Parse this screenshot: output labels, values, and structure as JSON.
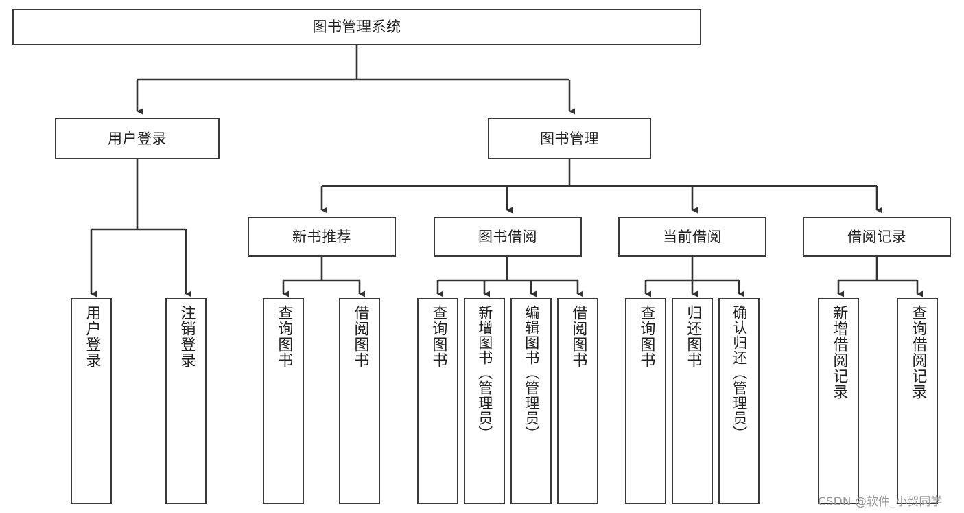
{
  "diagram": {
    "title": "图书管理系统",
    "type": "function-structure-tree",
    "colors": {
      "box_border": "#3a3a3a",
      "box_fill": "#ffffff",
      "edge": "#333333",
      "text": "#1f1f1f",
      "watermark": "#9a9a9a",
      "background": "#ffffff"
    },
    "root": {
      "label": "图书管理系统"
    },
    "level2": [
      {
        "label": "用户登录"
      },
      {
        "label": "图书管理"
      }
    ],
    "level3": [
      {
        "label": "新书推荐"
      },
      {
        "label": "图书借阅"
      },
      {
        "label": "当前借阅"
      },
      {
        "label": "借阅记录"
      }
    ],
    "leaves": {
      "user_login": [
        {
          "label": "用户登录"
        },
        {
          "label": "注销登录"
        }
      ],
      "new_book_recommend": [
        {
          "label": "查询图书"
        },
        {
          "label": "借阅图书"
        }
      ],
      "book_borrow": [
        {
          "label": "查询图书"
        },
        {
          "label": "新增图书（管理员）"
        },
        {
          "label": "编辑图书（管理员）"
        },
        {
          "label": "借阅图书"
        }
      ],
      "current_borrow": [
        {
          "label": "查询图书"
        },
        {
          "label": "归还图书"
        },
        {
          "label": "确认归还（管理员）"
        }
      ],
      "borrow_record": [
        {
          "label": "新增借阅记录"
        },
        {
          "label": "查询借阅记录"
        }
      ]
    }
  },
  "watermark": {
    "text": "CSDN @软件_小贺同学"
  }
}
